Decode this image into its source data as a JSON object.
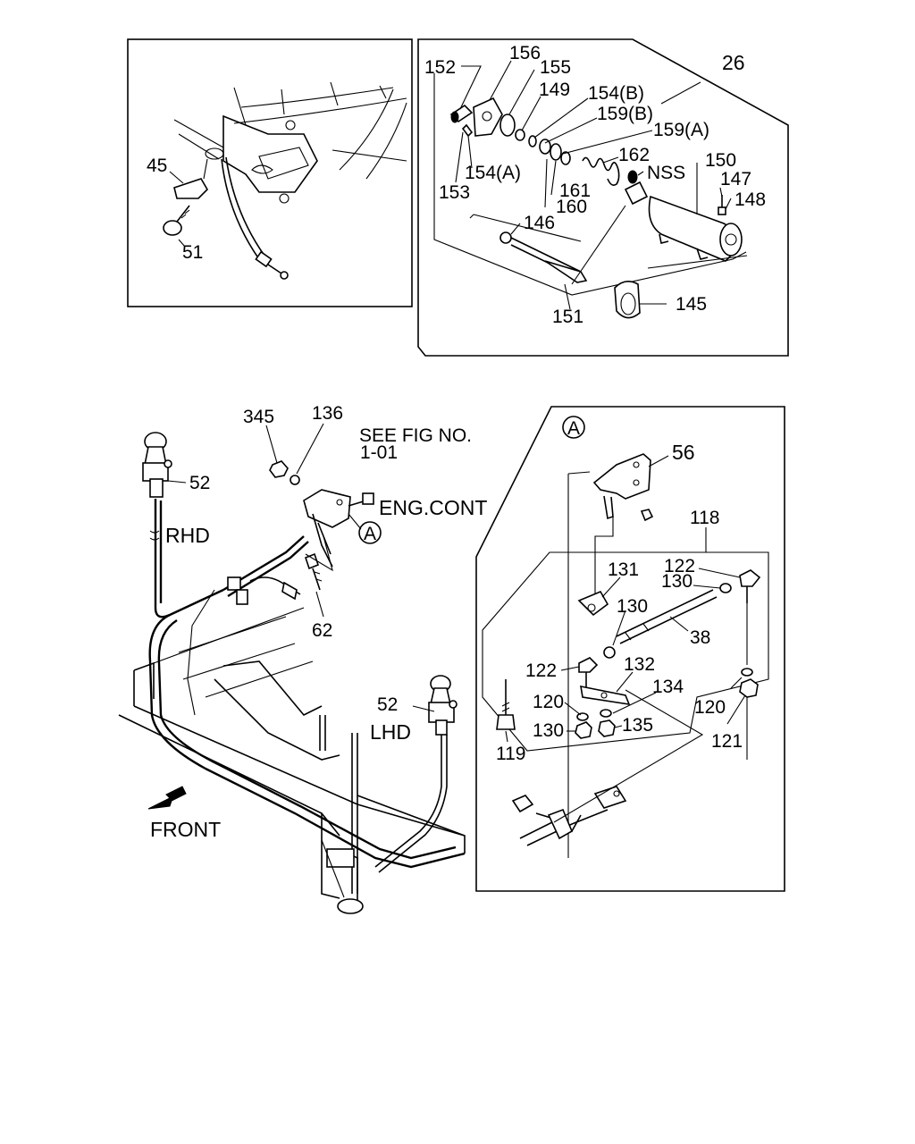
{
  "top_left_panel": {
    "labels": [
      "45",
      "51"
    ]
  },
  "top_right_panel": {
    "labels": [
      "152",
      "156",
      "155",
      "149",
      "154(B)",
      "159(B)",
      "159(A)",
      "26",
      "162",
      "NSS",
      "150",
      "147",
      "148",
      "153",
      "154(A)",
      "161",
      "160",
      "146",
      "145",
      "151"
    ]
  },
  "main_panel": {
    "labels": [
      "345",
      "136",
      "SEE FIG NO.",
      "1-01",
      "52",
      "ENG.CONT",
      "RHD",
      "A",
      "62",
      "52",
      "LHD",
      "FRONT"
    ]
  },
  "detail_panel": {
    "title": "A",
    "labels": [
      "56",
      "118",
      "131",
      "122",
      "130",
      "130",
      "38",
      "122",
      "132",
      "134",
      "120",
      "120",
      "130",
      "135",
      "121",
      "119"
    ]
  }
}
